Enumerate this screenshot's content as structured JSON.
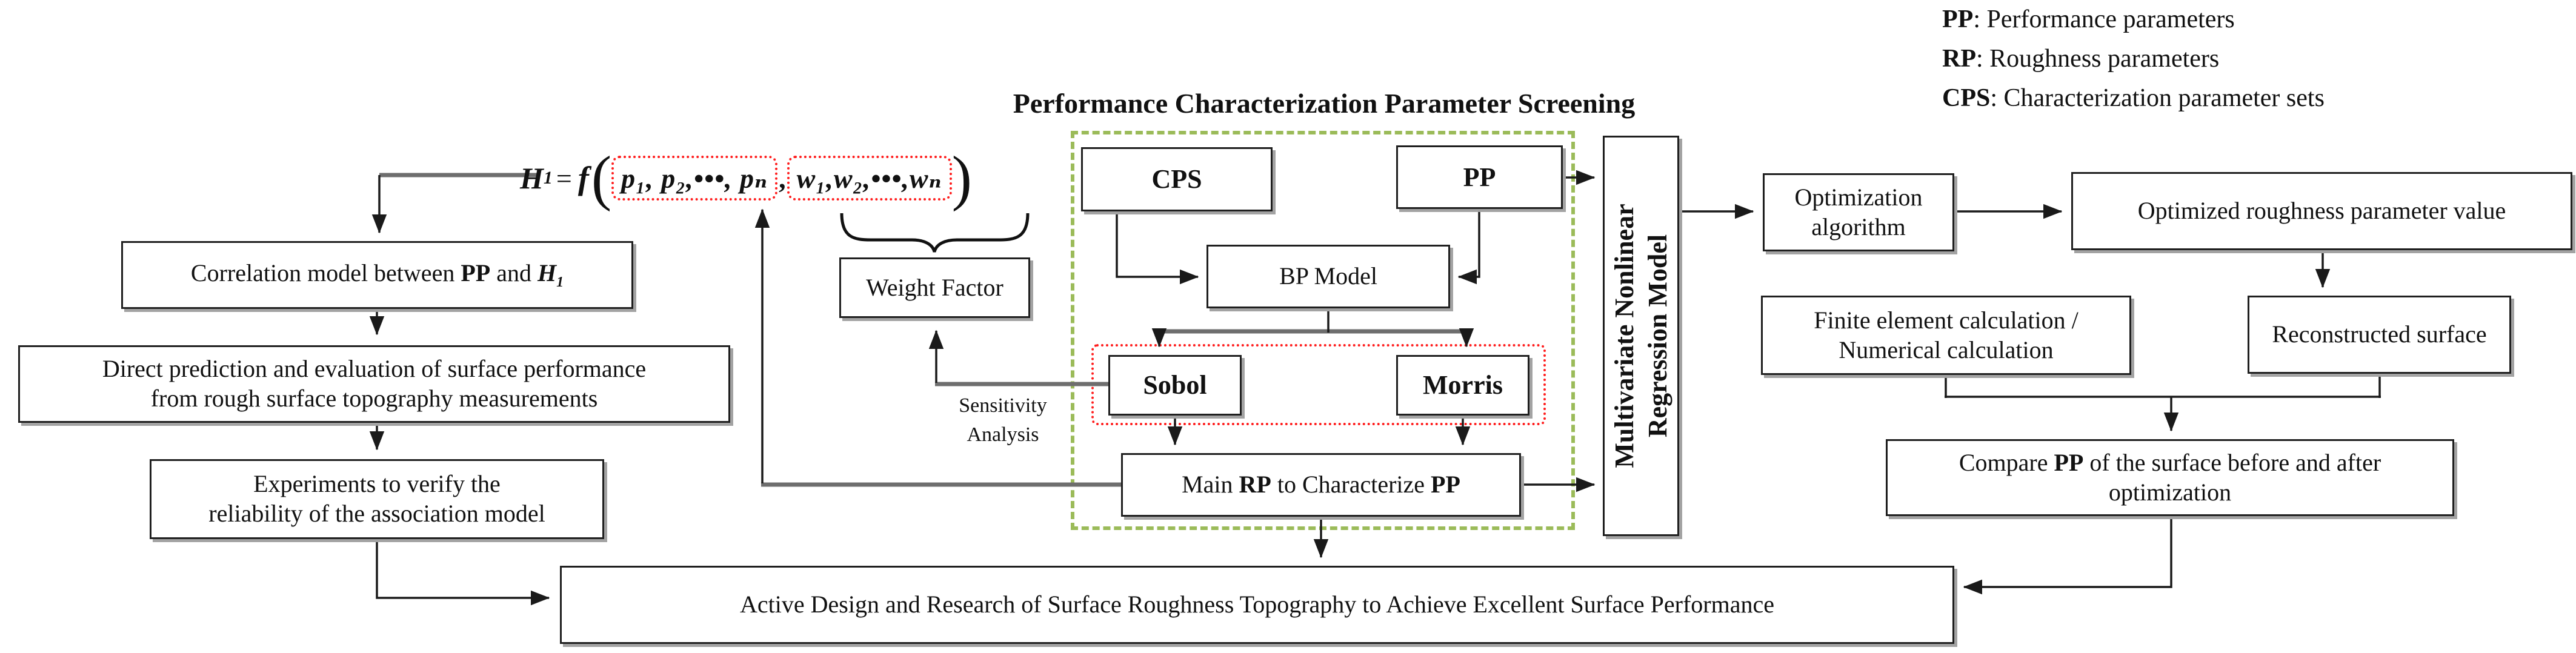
{
  "title": "Performance Characterization Parameter Screening",
  "legend": {
    "items": [
      {
        "key": "PP",
        "sep": ": ",
        "desc": "Performance parameters"
      },
      {
        "key": "RP",
        "sep": ": ",
        "desc": "Roughness parameters"
      },
      {
        "key": "CPS",
        "sep": ":  ",
        "desc": "Characterization parameter sets"
      }
    ]
  },
  "formula": {
    "h": "H",
    "h_sub": "1",
    "equals": "=",
    "f": "f",
    "open_paren": "(",
    "p_group": "p₁, p₂,•••, pₙ",
    "comma": ",",
    "w_group": "w₁,w₂,•••,wₙ",
    "close_paren": ")"
  },
  "boxes": {
    "correlation": {
      "pre": "Correlation model between ",
      "pp": "PP",
      "mid": " and ",
      "h": "H",
      "h_sub": "1"
    },
    "direct": {
      "text": "Direct prediction and evaluation of surface performance\nfrom rough surface topography measurements"
    },
    "experiments": {
      "text": "Experiments to verify the\nreliability of the association model"
    },
    "weight_factor": {
      "text": "Weight Factor"
    },
    "cps": {
      "text": "CPS"
    },
    "pp": {
      "text": "PP"
    },
    "bp_model": {
      "text": "BP Model"
    },
    "sobol": {
      "text": "Sobol"
    },
    "morris": {
      "text": "Morris"
    },
    "main_rp": {
      "pre": "Main ",
      "rp": "RP",
      "mid": " to Characterize ",
      "pp": "PP"
    },
    "multivariate": {
      "text": "Multivariate Nonlinear\nRegression Model"
    },
    "optimization": {
      "text": "Optimization\nalgorithm"
    },
    "optimized": {
      "text": "Optimized roughness parameter value"
    },
    "finite": {
      "text": "Finite element calculation /\nNumerical calculation"
    },
    "reconstructed": {
      "text": "Reconstructed surface"
    },
    "compare": {
      "pre": "Compare ",
      "pp": "PP",
      "post": " of the surface before and after",
      "line2": "optimization"
    },
    "active": {
      "text": "Active Design and Research of Surface Roughness Topography to Achieve Excellent Surface Performance"
    }
  },
  "labels": {
    "sensitivity": "Sensitivity\nAnalysis"
  },
  "colors": {
    "green_dash": "#9bbb59",
    "red_dot": "#ff1c1c",
    "line_gray": "#6e6e6e",
    "line_black": "#1a1a1a"
  }
}
